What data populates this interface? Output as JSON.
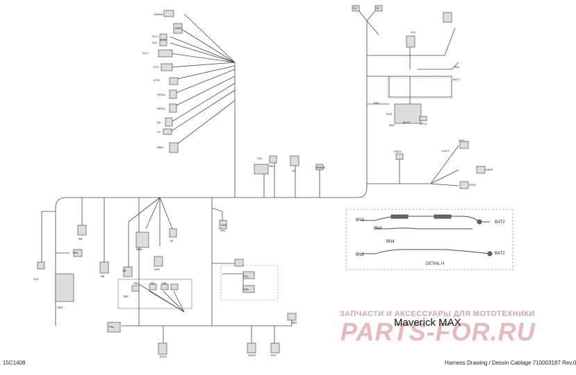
{
  "footer": {
    "drawing_number": "15C1408",
    "harness_title": "Harness Drawing / Dessin Cablage 710003187 Rev.0"
  },
  "model_name": "Maverick MAX",
  "watermark": {
    "tagline": "ЗАПЧАСТИ И АКСЕССУАРЫ ДЛЯ МОТОТЕХНИКИ",
    "logo": "PARTS-FOR.RU"
  },
  "detail_h": {
    "title": "DETAIL H",
    "labels": [
      "BN3",
      "BN4",
      "BAT2",
      "BN4",
      "BN3",
      "BAT2"
    ]
  },
  "connector_codes": {
    "top_left_column": [
      "SIWMD",
      "DBM",
      "SC2",
      "SC1",
      "SC4",
      "SC3",
      "DTM",
      "SPDM",
      "SPDM",
      "BD",
      "SC",
      "RBM"
    ],
    "top_right": [
      "SC",
      "SC",
      "SC1",
      "BA1",
      "BAT2",
      "PDS",
      "MLD1",
      "SPO2",
      "BN3",
      "BN4"
    ],
    "middle": [
      "SRL",
      "SRL",
      "SR",
      "RSBCB",
      "RSD1",
      "NCS",
      "LMDR",
      "LRSL",
      "LMCT"
    ],
    "lower_left": [
      "BB",
      "PB1",
      "SBG",
      "SCC",
      "BB",
      "SB",
      "BMB",
      "BRS",
      "TR",
      "SR1",
      "SB1",
      "SB1",
      "SB1",
      "SBE",
      "HVB",
      "PNL",
      "BCP1",
      "HSDV",
      "PDL",
      "PBR",
      "PDL",
      "SPB"
    ]
  },
  "colors": {
    "line": "#444444",
    "box_border": "#555555",
    "watermark": "#e6b3b3"
  }
}
